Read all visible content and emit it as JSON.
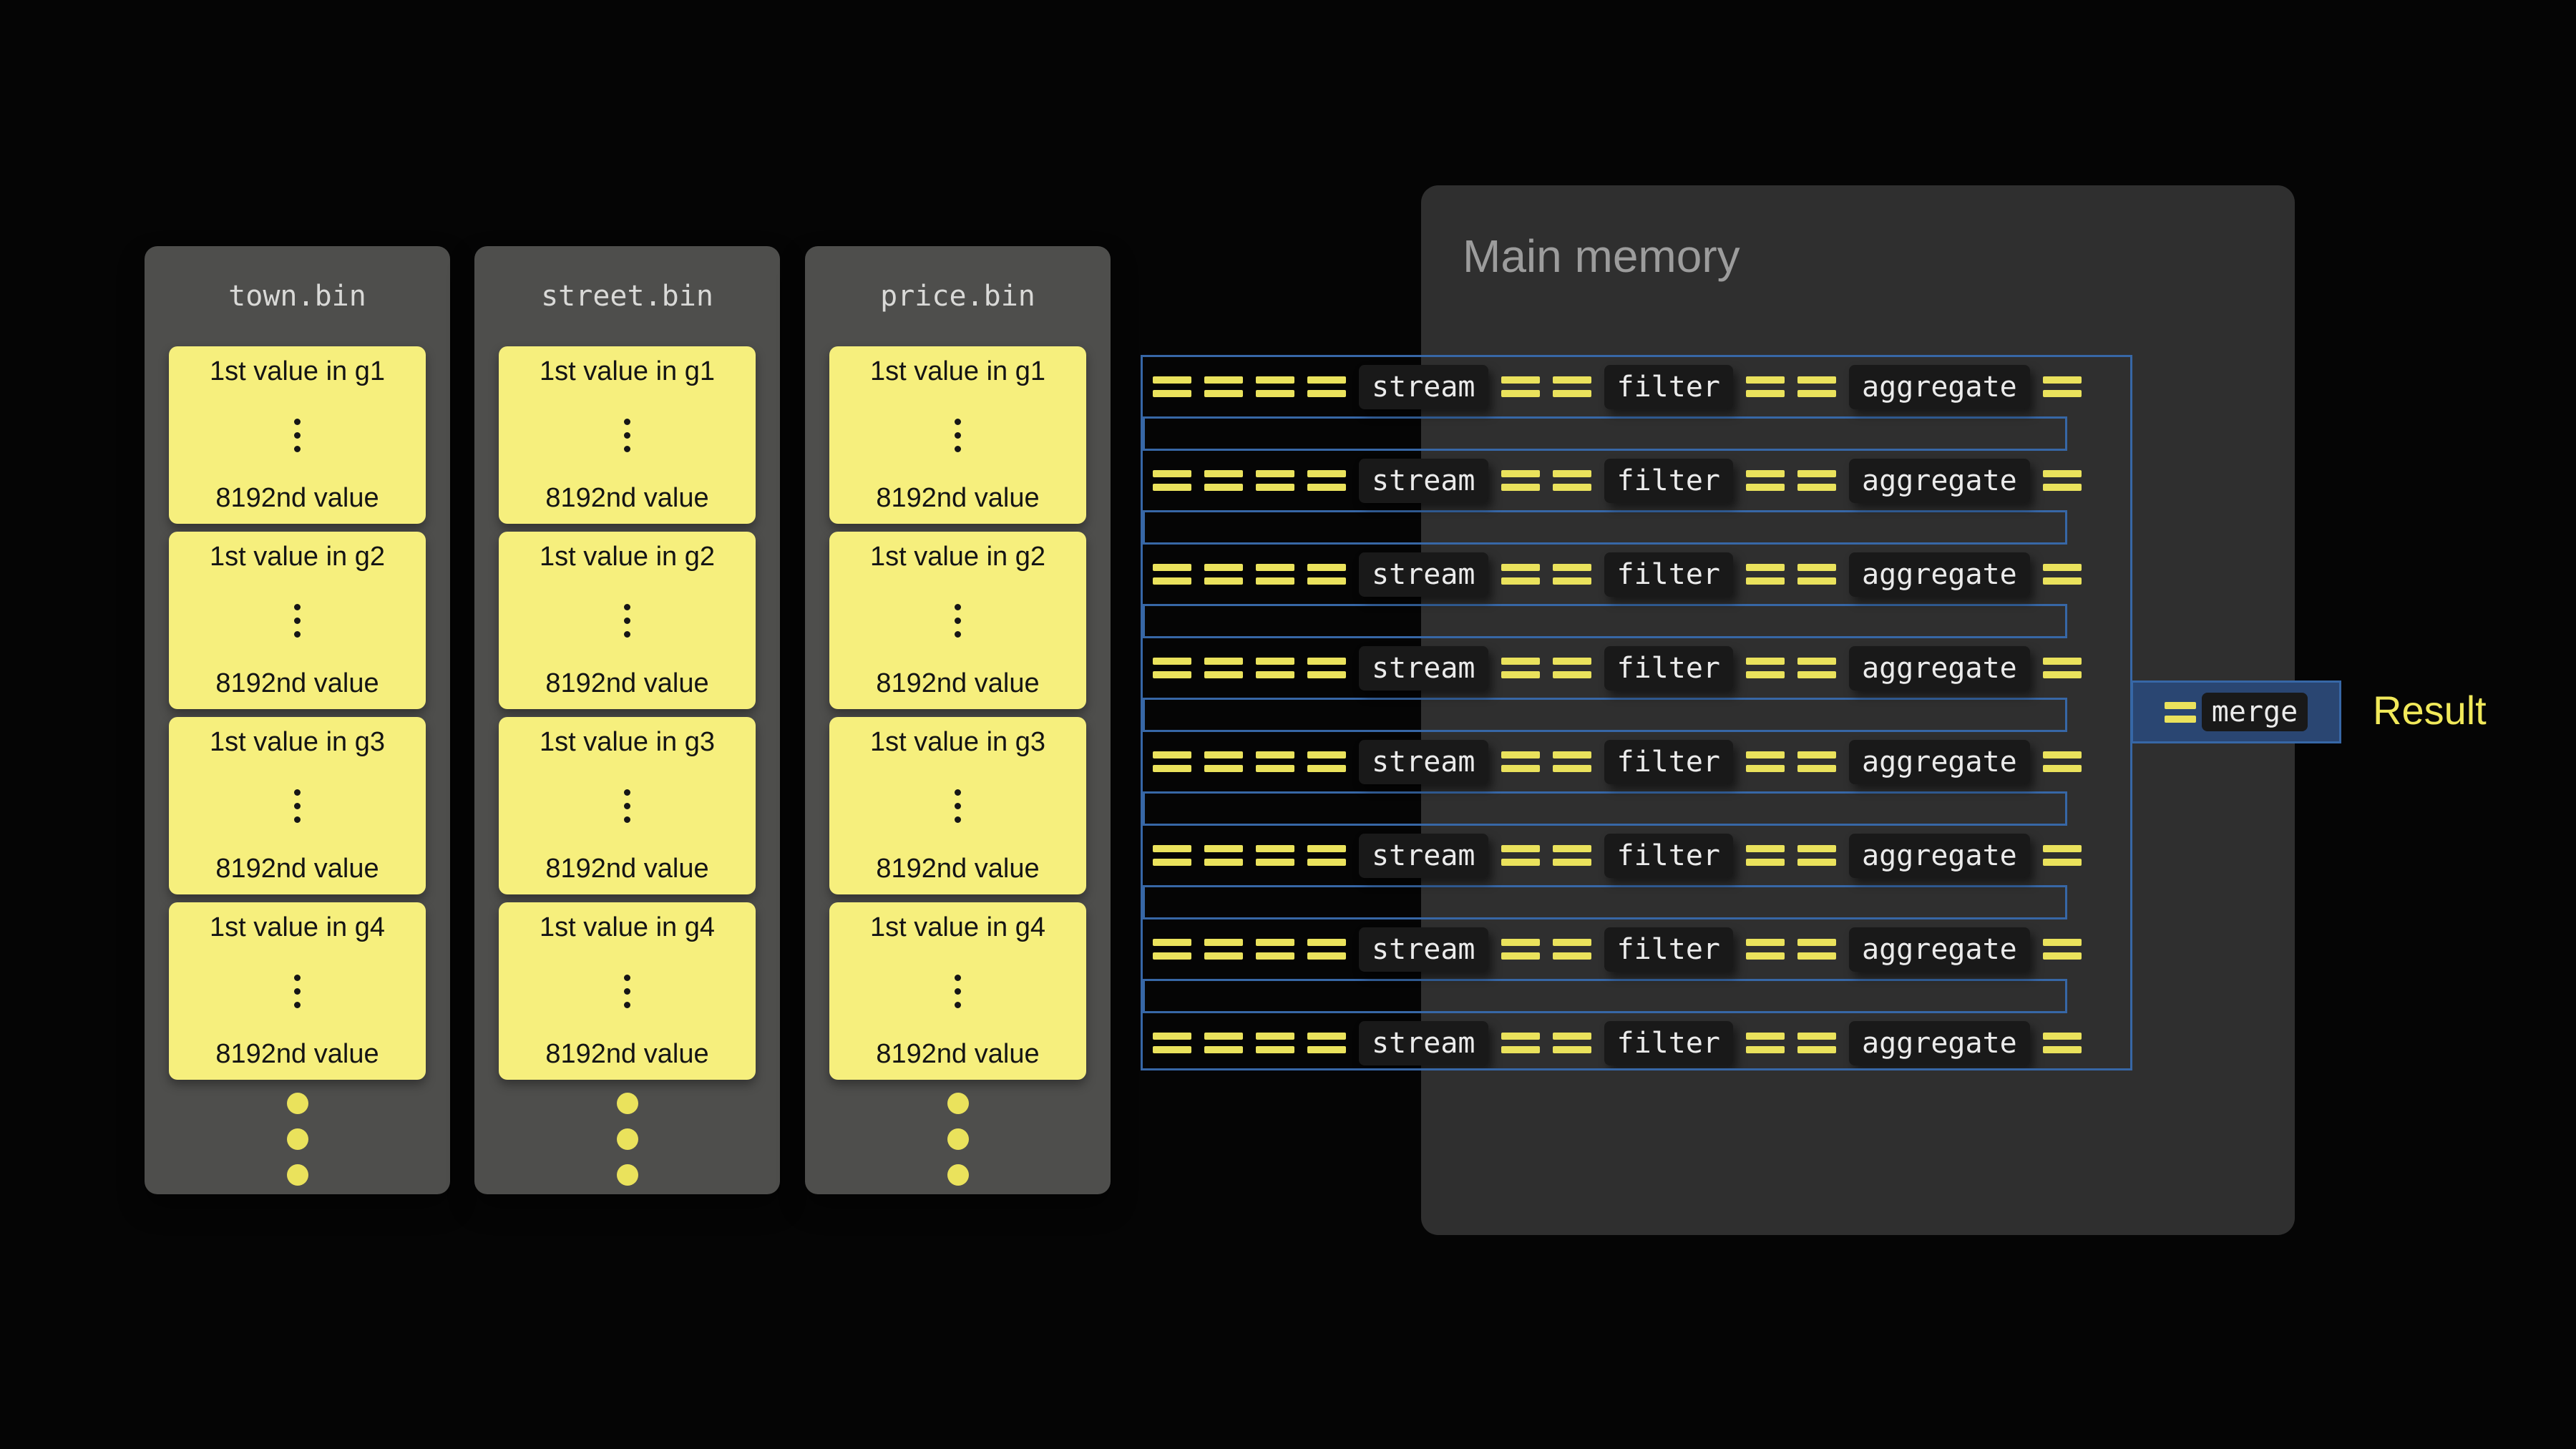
{
  "colors": {
    "background": "#050505",
    "file_panel": "#4e4e4c",
    "file_title_text": "#d9d9d7",
    "value_block": "#f6ef7d",
    "value_block_text": "#141414",
    "memory_panel": "#2f2f2f",
    "memory_title_text": "#9c9c9c",
    "pipeline_blue": "#3767a6",
    "merge_fill": "#2a4672",
    "chip_bg": "#191919",
    "chip_text": "#ebebeb",
    "dash_yellow": "#eae25c",
    "result_text": "#f1e95a"
  },
  "files": {
    "panels": [
      {
        "title": "town.bin"
      },
      {
        "title": "street.bin"
      },
      {
        "title": "price.bin"
      }
    ],
    "groups": [
      {
        "first": "1st value in g1",
        "last": "8192nd value"
      },
      {
        "first": "1st value in g2",
        "last": "8192nd value"
      },
      {
        "first": "1st value in g3",
        "last": "8192nd value"
      },
      {
        "first": "1st value in g4",
        "last": "8192nd value"
      }
    ]
  },
  "memory": {
    "title": "Main memory"
  },
  "pipeline": {
    "row_count": 8,
    "stages": [
      "stream",
      "filter",
      "aggregate"
    ],
    "merge_label": "merge",
    "result_label": "Result"
  }
}
